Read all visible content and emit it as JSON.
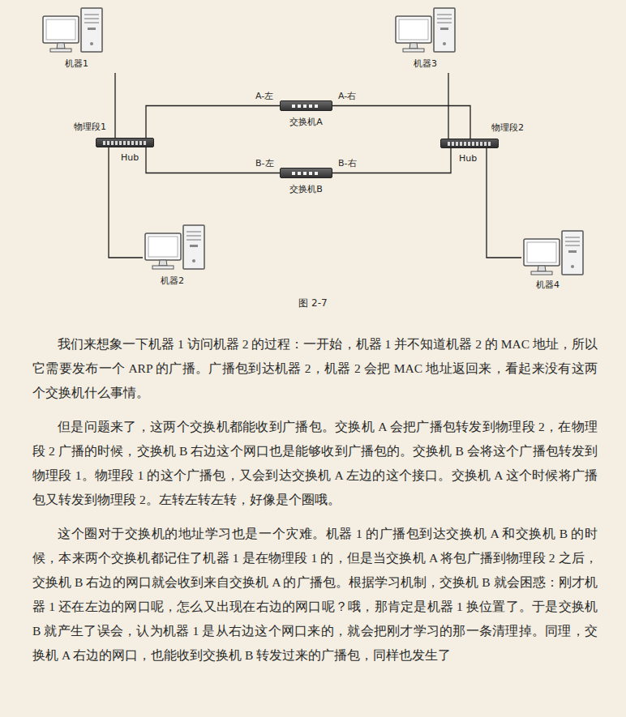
{
  "diagram": {
    "caption": "图 2-7",
    "nodes": [
      {
        "text": [
          "机器1"
        ]
      },
      {
        "text": [
          "物理段1",
          "Hub"
        ]
      },
      {
        "text": [
          "交换机A"
        ]
      },
      {
        "text": [
          "交换机B"
        ]
      },
      {
        "text": [
          "机器3"
        ]
      },
      {
        "text": [
          "物理段2",
          "Hub"
        ]
      },
      {
        "text": [
          "机器2"
        ]
      },
      {
        "text": [
          "机器4"
        ]
      }
    ],
    "edges": [
      {
        "from": 0,
        "to": 1,
        "arrow": "none"
      },
      {
        "from": 1,
        "to": 2,
        "label": "A-左",
        "arrow": "none"
      },
      {
        "from": 2,
        "to": 5,
        "label": "A-右",
        "arrow": "none"
      },
      {
        "from": 1,
        "to": 3,
        "label": "B-左",
        "arrow": "none"
      },
      {
        "from": 3,
        "to": 5,
        "label": "B-右",
        "arrow": "none"
      },
      {
        "from": 1,
        "to": 6,
        "arrow": "none"
      },
      {
        "from": 4,
        "to": 5,
        "arrow": "none"
      },
      {
        "from": 5,
        "to": 7,
        "arrow": "none"
      }
    ],
    "labels": [
      "我们来想象一下机器 1 访问机器 2 的过程：一开始，机器 1 并不知道机器 2 的 MAC 地址，所以它需要发布一个 ARP 的广播。广播包到达机器 2，机器 2 会把 MAC 地址返回来，看起来没有这两个交换机什么事情。",
      "但是问题来了，这两个交换机都能收到广播包。交换机 A 会把广播包转发到物理段 2，在物理段 2 广播的时候，交换机 B 右边这个网口也是能够收到广播包的。交换机 B 会将这个广播包转发到物理段 1。物理段 1 的这个广播包，又会到达交换机 A 左边的这个接口。交换机 A 这个时候将广播包又转发到物理段 2。左转左转左转，好像是个圈哦。",
      "这个圈对于交换机的地址学习也是一个灾难。机器 1 的广播包到达交换机 A 和交换机 B 的时候，本来两个交换机都记住了机器 1 是在物理段 1 的，但是当交换机 A 将包广播到物理段 2 之后，交换机 B 右边的网口就会收到来自交换机 A 的广播包。根据学习机制，交换机 B 就会困惑：刚才机器 1 还在左边的网口呢，怎么又出现在右边的网口呢？哦，那肯定是机器 1 换位置了。于是交换机 B 就产生了误会，认为机器 1 是从右边这个网口来的，就会把刚才学习的那一条清理掉。同理，交换机 A 右边的网口，也能收到交换机 B 转发过来的广播包，同样也发生了"
    ]
  }
}
